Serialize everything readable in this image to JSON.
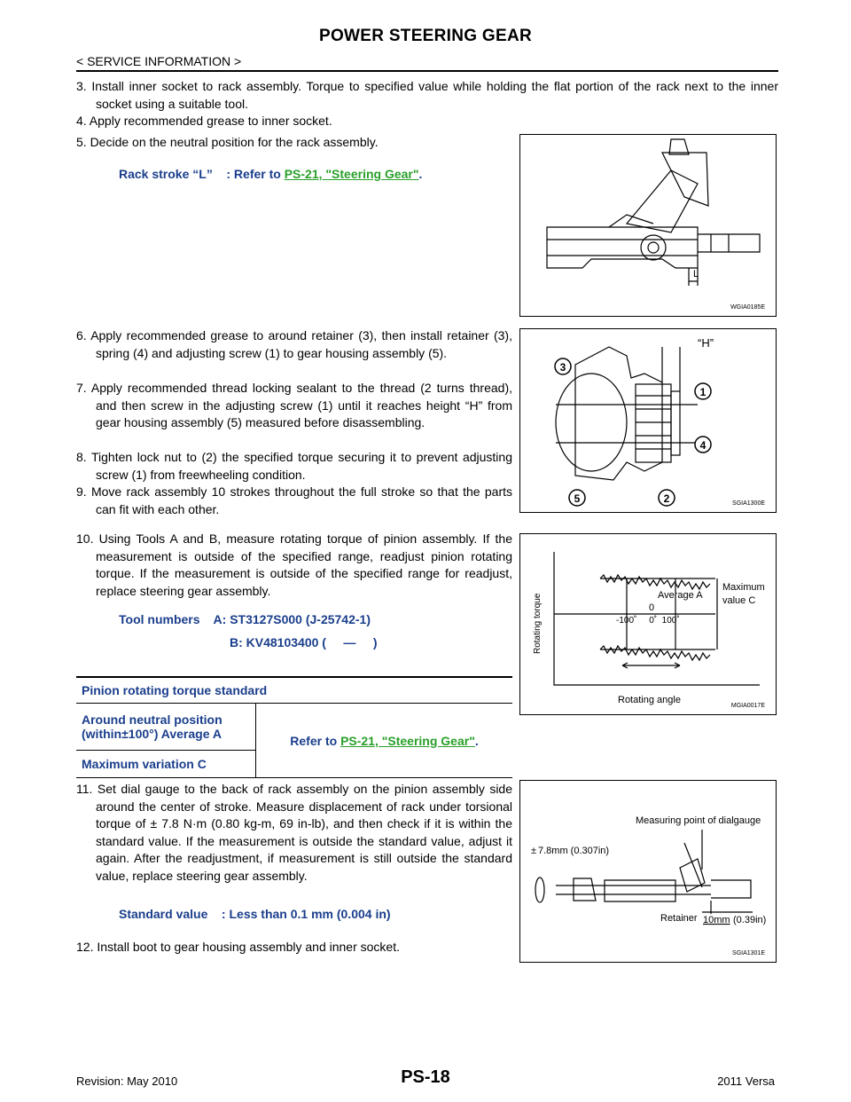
{
  "header": {
    "title": "POWER STEERING GEAR",
    "breadcrumb": "< SERVICE INFORMATION >"
  },
  "steps": [
    {
      "id": "3",
      "text": "3.  Install inner socket to rack assembly. Torque to specified value while holding the flat portion of the rack next to the inner socket using a suitable tool."
    },
    {
      "id": "4",
      "text": "4.  Apply recommended grease to inner socket."
    },
    {
      "id": "5",
      "text": "5.  Decide on the neutral position for the rack assembly."
    },
    {
      "id": "6",
      "text": "6.  Apply recommended grease to around retainer (3), then install retainer (3), spring (4) and adjusting screw (1) to gear housing assembly (5)."
    },
    {
      "id": "7",
      "text": "7.  Apply recommended thread locking sealant to the thread (2 turns thread), and then screw in the adjusting screw (1) until it reaches height “H” from gear housing assembly (5) measured before disassembling."
    },
    {
      "id": "8",
      "text": "8.  Tighten lock nut to (2) the specified torque securing it to prevent adjusting screw (1) from freewheeling condition."
    },
    {
      "id": "9",
      "text": "9.  Move rack assembly 10 strokes throughout the full stroke so that the parts can fit with each other."
    },
    {
      "id": "10",
      "text": "10.  Using Tools A and B, measure rotating torque of pinion assembly. If the measurement is outside of the specified range, readjust pinion rotating torque. If the measurement is outside of the specified range for readjust, replace steering gear assembly."
    },
    {
      "id": "11",
      "text": "11.  Set dial gauge to the back of rack assembly on the pinion assembly side around the center of stroke. Measure displacement of rack under torsional torque of ± 7.8 N·m (0.80 kg-m, 69 in-lb), and then check if it is within the standard value. If the measurement is outside the standard value, adjust it again. After the readjustment, if measurement is still outside the standard value, replace steering gear assembly."
    },
    {
      "id": "12",
      "text": "12.  Install boot to gear housing assembly and inner socket."
    }
  ],
  "specs": {
    "rack_stroke_label": "Rack stroke “L”    : Refer to ",
    "rack_stroke_link": "PS-21, \"Steering Gear\"",
    "rack_stroke_end": ".",
    "tool_numbers_a": "Tool numbers    A: ST3127S000 (J-25742-1)",
    "tool_numbers_b": "B: KV48103400 (     —     )",
    "standard_value": "Standard value    : Less than 0.1 mm (0.004 in)"
  },
  "torque_table": {
    "heading": "Pinion rotating torque standard",
    "row1_label_a": "Around neutral position",
    "row1_label_b": "(within±100°) Average A",
    "row2_label": "Maximum variation C",
    "refer_prefix": "Refer to ",
    "refer_link": "PS-21, \"Steering Gear\"",
    "refer_end": "."
  },
  "figures": {
    "fig1": {
      "code": "WGIA0185E",
      "label_l": "L"
    },
    "fig2": {
      "code": "SGIA1300E",
      "label_h": "“H”",
      "callouts": [
        "1",
        "2",
        "3",
        "4",
        "5"
      ]
    },
    "fig3": {
      "code": "MGIA0017E",
      "ylabel": "Rotating torque",
      "xlabel": "Rotating angle",
      "average": "Average A",
      "zero": "0",
      "max_line1": "Maximum",
      "max_line2": "value C",
      "ticks": "-100˚     0˚  100˚"
    },
    "fig4": {
      "code": "SGIA1301E",
      "measuring_point": "Measuring point of dialgauge",
      "torque": "7.8mm (0.307in)",
      "torque_sign": "±",
      "distance_a": "10mm",
      "distance_b": "(0.39in)",
      "retainer": "Retainer"
    }
  },
  "footer": {
    "revision": "Revision: May 2010",
    "page": "PS-18",
    "model": "2011 Versa"
  }
}
